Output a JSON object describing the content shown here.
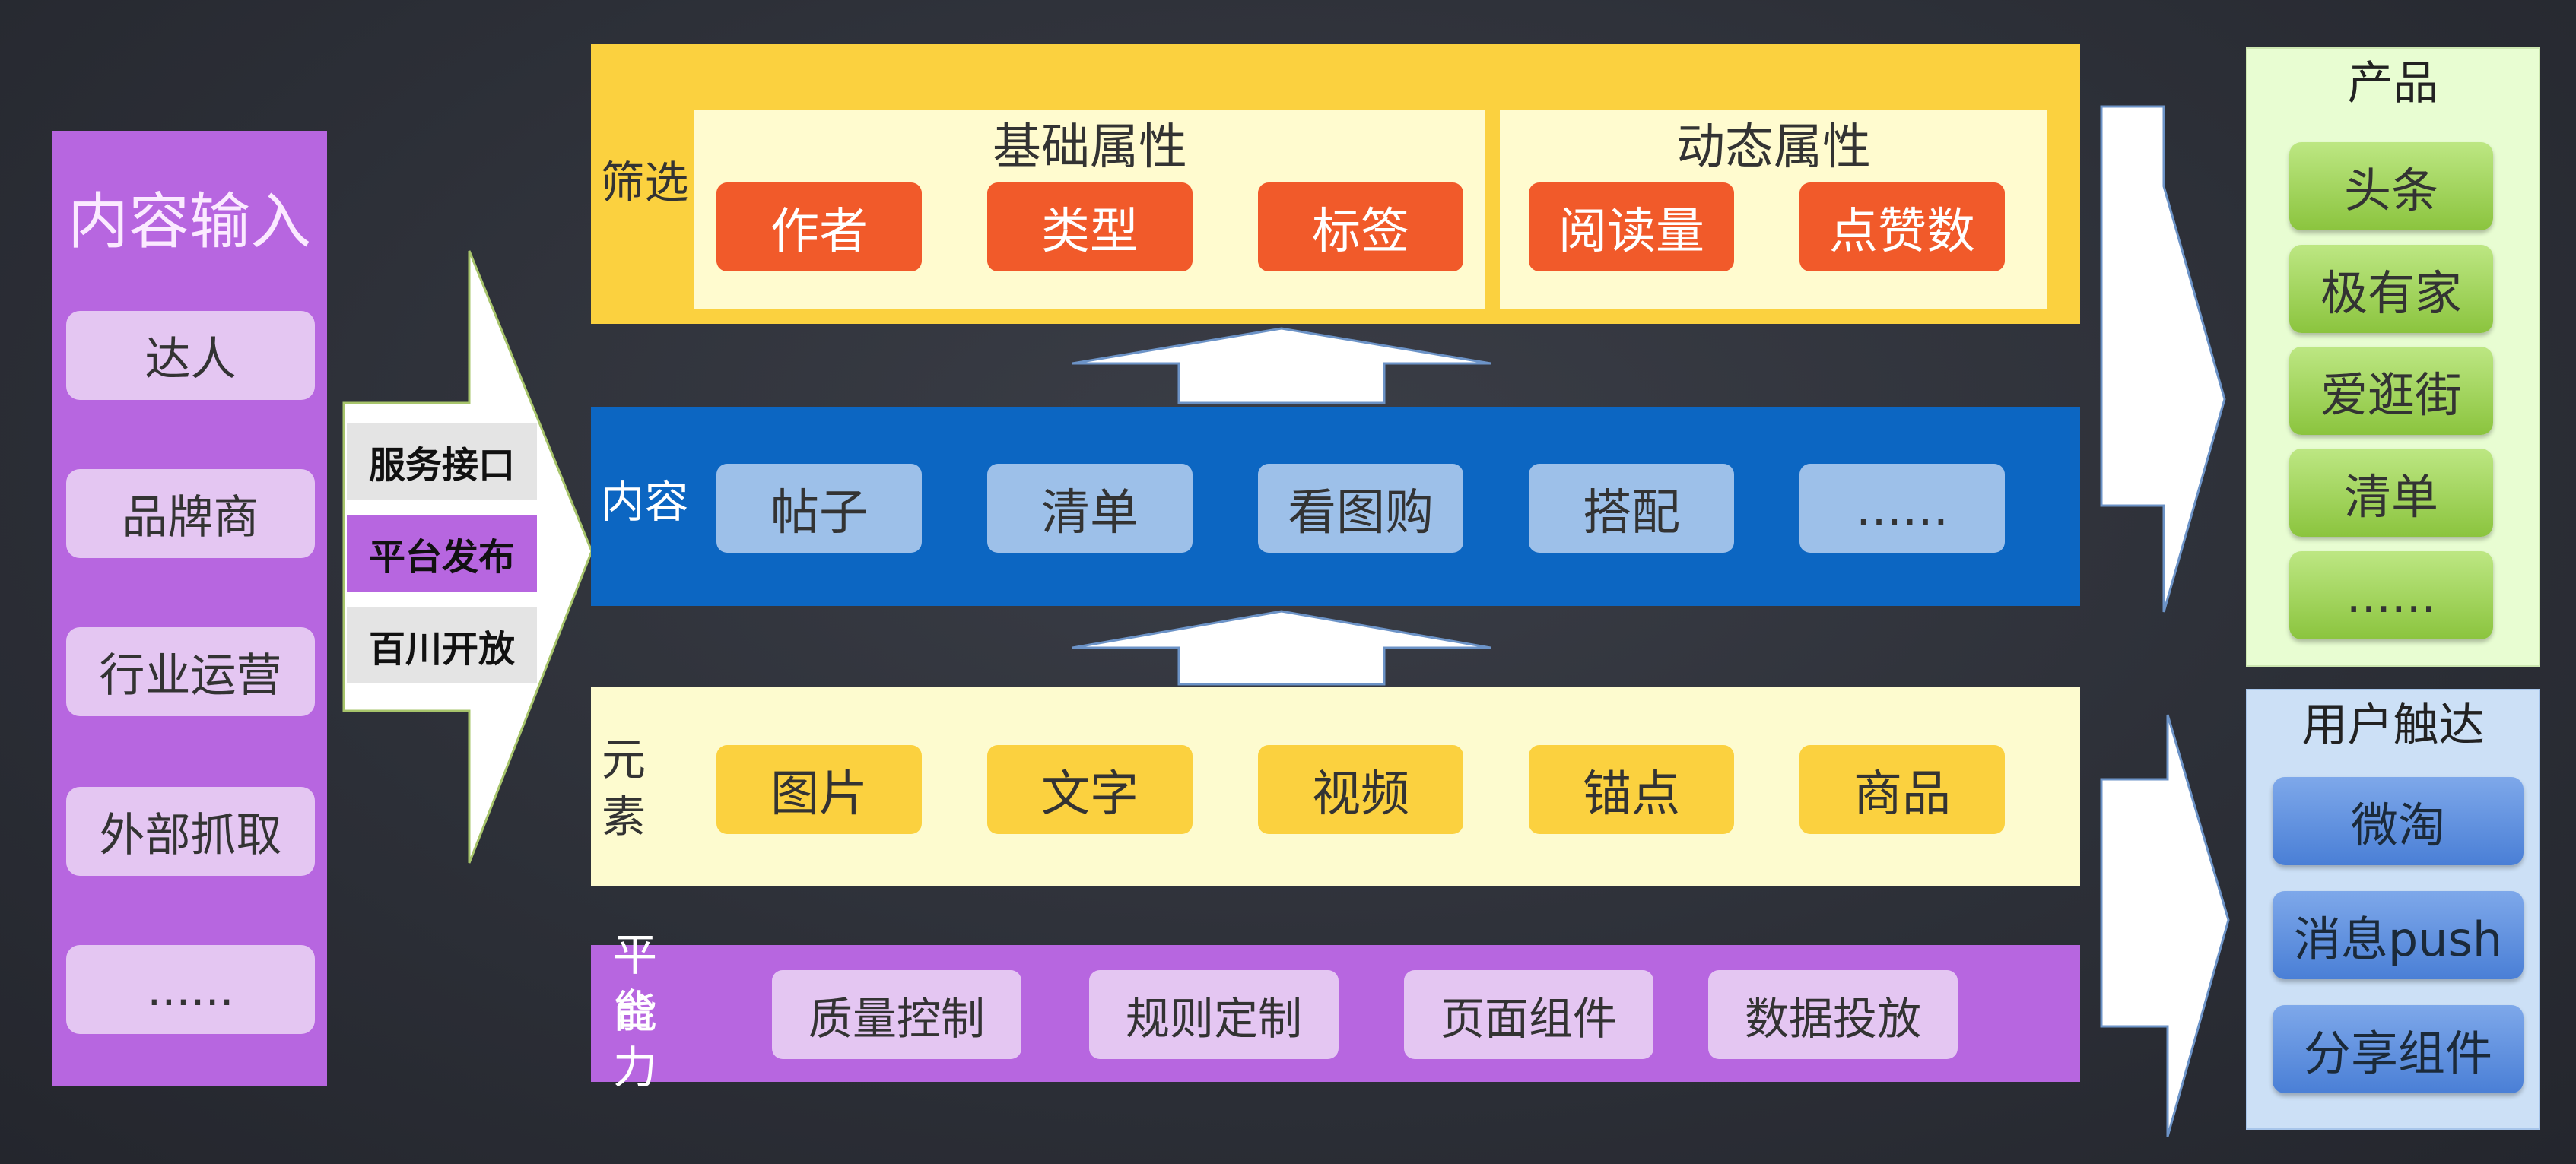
{
  "input": {
    "title": "内容输入",
    "items": [
      "达人",
      "品牌商",
      "行业运营",
      "外部抓取",
      "......"
    ]
  },
  "channels": [
    "服务接口",
    "平台发布",
    "百川开放"
  ],
  "filter": {
    "label": "筛选",
    "basic_title": "基础属性",
    "basic_items": [
      "作者",
      "类型",
      "标签"
    ],
    "dynamic_title": "动态属性",
    "dynamic_items": [
      "阅读量",
      "点赞数"
    ]
  },
  "content": {
    "label": "内容",
    "items": [
      "帖子",
      "清单",
      "看图购",
      "搭配",
      "......"
    ]
  },
  "elements": {
    "label_line1": "元",
    "label_line2": "素",
    "items": [
      "图片",
      "文字",
      "视频",
      "锚点",
      "商品"
    ]
  },
  "platform": {
    "label_line1": "平台",
    "label_line2": "能力",
    "items": [
      "质量控制",
      "规则定制",
      "页面组件",
      "数据投放"
    ]
  },
  "product": {
    "title": "产品",
    "items": [
      "头条",
      "极有家",
      "爱逛街",
      "清单",
      "......"
    ]
  },
  "reach": {
    "title": "用户触达",
    "items": [
      "微淘",
      "消息push",
      "分享组件"
    ]
  },
  "colors": {
    "input_purple": "#b766e0",
    "filter_yellow": "#fbd13f",
    "content_blue": "#0c66c2",
    "element_cream": "#fdfbcf",
    "chip_orange": "#f15a2a",
    "product_green": "#8bc43e",
    "reach_blue": "#4a7fd6"
  }
}
